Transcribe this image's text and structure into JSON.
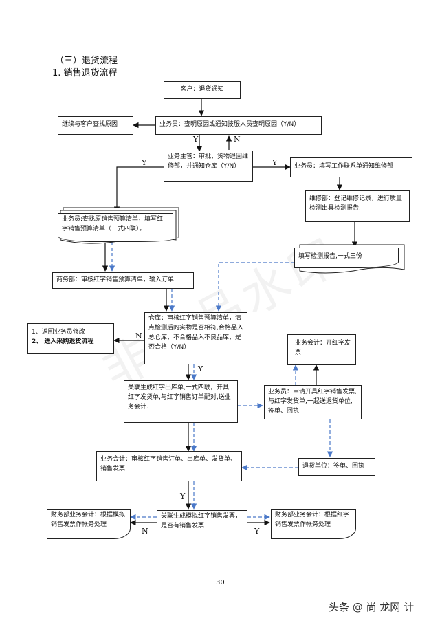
{
  "headings": {
    "section": "（三）退货流程",
    "subsection": "1. 销售退货流程"
  },
  "nodes": {
    "customer_notice": "客户：退货通知",
    "sales_check_reason": "业务员：查明原因或通知技服人员查明原因（Y/N）",
    "continue_find_reason": "继续与客户查找原因",
    "supervisor_approve": "业务主管：审批，货物退回维修部，并通知仓库（Y/N）",
    "sales_fill_form": "业务员：填写工作联系单通知维修部",
    "repair_register": "维修部：登记维修记录，进行质量检测出具检测报告.",
    "fill_report": "填写检测报告,一式三份",
    "sales_find_budget": "业务员:查找原销售预算清单，填写红字销售预算清单（一式四联）。",
    "commerce_review": "商务部：审核红字销售预算清单，输入订单.",
    "return_options": [
      "1、返回业务员修改",
      "2、 进入采购退货流程"
    ],
    "warehouse_review": "仓库：审核红字销售预算清单，清点检测后的实物是否相符,合格品入总仓库，不合格品入不良品库，是否合格（Y/N）",
    "accountant_invoice": "业务会计：开红字发票",
    "related_out_order": "关联生成红字出库单,一式四联，开具红字发货单,与红字销售订单配对,送业务会计.",
    "sales_apply_invoice": "业务员：申请开具红字销售发票,与红字发货单,一起送退货单位,签单、回执",
    "return_unit_sign": "退货单位：签单、回执",
    "accountant_review": "业务会计：审核红字销售订单、出库单、发货单、销售发票",
    "finance_simulated": "财务部业务会计：根据模拟销售发票作帐务处理",
    "generate_simulated": "关联生成模拟红字销售发票，是否有销售发票",
    "finance_red": "财务部业务会计：根据红字销售发票作帐务处理"
  },
  "edge_labels": {
    "y_left_reason": "Y",
    "n_up_reason": "N",
    "y_supervisor_left": "Y",
    "y_supervisor_right": "Y",
    "n_warehouse": "N",
    "y_warehouse": "Y",
    "y_accountant": "Y",
    "n_simulated": "N",
    "y_red": "Y"
  },
  "page_number": "30",
  "watermark": "非一品水印",
  "footer_mark": "头条 @ 尚 龙网 计"
}
